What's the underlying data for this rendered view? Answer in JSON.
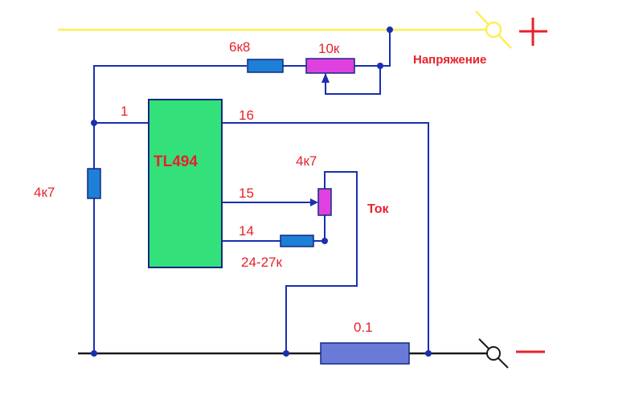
{
  "ic": {
    "name": "TL494",
    "pins": {
      "p1": "1",
      "p16": "16",
      "p15": "15",
      "p14": "14"
    }
  },
  "components": {
    "r_6k8": "6к8",
    "pot_10k": "10к",
    "r_4k7_left": "4к7",
    "pot_4k7": "4к7",
    "r_24_27k": "24-27к",
    "shunt": "0.1"
  },
  "labels": {
    "voltage": "Напряжение",
    "current": "Ток",
    "plus": "+",
    "minus": "−"
  },
  "colors": {
    "positive_rail": "#ffee55",
    "wire": "#1a2fb0",
    "ground_wire": "#1a1a1a",
    "ic_fill": "#33e07a",
    "resistor_fill": "#1e7fd6",
    "pot_fill": "#e040e0",
    "shunt_fill": "#6a7ad8",
    "label_text": "#e8202a"
  }
}
